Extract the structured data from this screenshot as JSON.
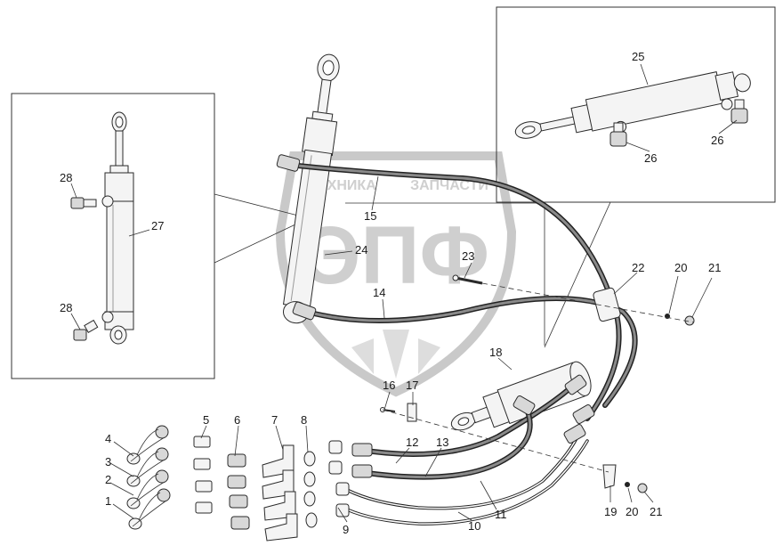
{
  "watermark": {
    "brand": "ЭПФ",
    "subtitle_left": "ТЕХНИКА",
    "subtitle_right": "ЗАПЧАСТИ"
  },
  "callouts": [
    "1",
    "2",
    "3",
    "4",
    "5",
    "6",
    "7",
    "8",
    "9",
    "10",
    "11",
    "12",
    "13",
    "14",
    "15",
    "16",
    "17",
    "18",
    "19",
    "20",
    "21",
    "22",
    "23",
    "24",
    "25",
    "26",
    "27",
    "28"
  ],
  "labels": {
    "l1": "1",
    "l2": "2",
    "l3": "3",
    "l4": "4",
    "l5": "5",
    "l6": "6",
    "l7": "7",
    "l8": "8",
    "l9": "9",
    "l10": "10",
    "l11": "11",
    "l12": "12",
    "l13": "13",
    "l14": "14",
    "l15": "15",
    "l16": "16",
    "l17": "17",
    "l18": "18",
    "l19": "19",
    "l20a": "20",
    "l20b": "20",
    "l21a": "21",
    "l21b": "21",
    "l22": "22",
    "l23": "23",
    "l24": "24",
    "l25": "25",
    "l26a": "26",
    "l26b": "26",
    "l27": "27",
    "l28a": "28",
    "l28b": "28"
  },
  "colors": {
    "line": "#222222",
    "hose_fill": "#8a8a8a",
    "watermark": "#c9c9c9"
  }
}
